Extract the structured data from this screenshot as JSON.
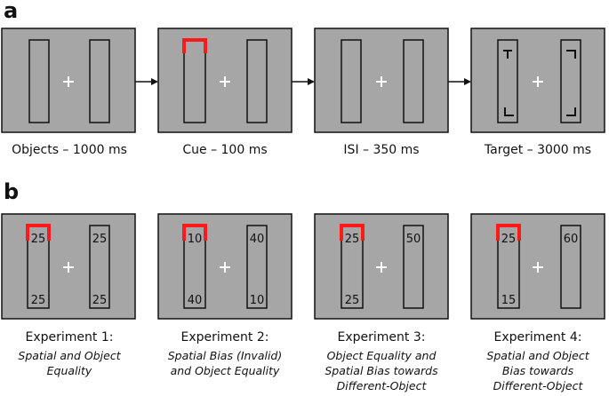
{
  "panel_a": {
    "letter": "a",
    "screens": [
      {
        "caption": "Objects – 1000 ms"
      },
      {
        "caption": "Cue – 100 ms"
      },
      {
        "caption": "ISI – 350 ms"
      },
      {
        "caption": "Target – 3000 ms"
      }
    ]
  },
  "panel_b": {
    "letter": "b",
    "experiments": [
      {
        "title": "Experiment 1:",
        "desc": [
          "Spatial and Object",
          "Equality"
        ],
        "left_top": "25",
        "left_bottom": "25",
        "right_top": "25",
        "right_bottom": "25"
      },
      {
        "title": "Experiment 2:",
        "desc": [
          "Spatial Bias (Invalid)",
          "and Object Equality"
        ],
        "left_top": "10",
        "left_bottom": "40",
        "right_top": "40",
        "right_bottom": "10"
      },
      {
        "title": "Experiment 3:",
        "desc": [
          "Object Equality and",
          "Spatial Bias towards",
          "Different-Object"
        ],
        "left_top": "25",
        "left_bottom": "25",
        "right_top": "50",
        "right_bottom": ""
      },
      {
        "title": "Experiment 4:",
        "desc": [
          "Spatial and Object",
          "Bias towards",
          "Different-Object"
        ],
        "left_top": "25",
        "left_bottom": "15",
        "right_top": "60",
        "right_bottom": ""
      }
    ]
  },
  "colors": {
    "screen_bg": "#a6a6a6",
    "cue": "#ff1a1a",
    "outline": "#111111",
    "fixation": "#ffffff"
  }
}
